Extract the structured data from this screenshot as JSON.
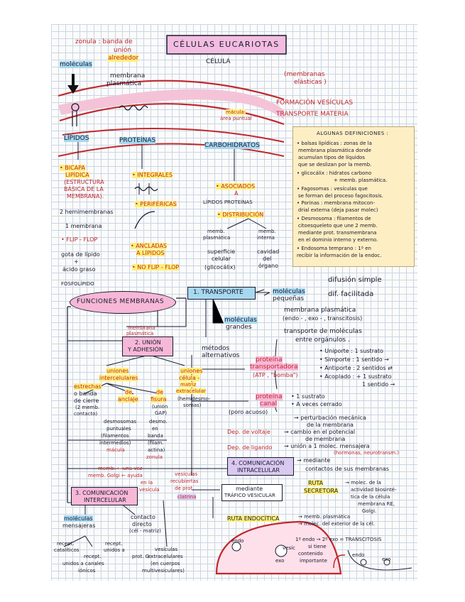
{
  "title": "CÉLULAS EUCARIOTAS",
  "top": {
    "zonula": "zonula : banda de",
    "zonula2": "unión",
    "zonula3": "alrededor",
    "celula": "CÉLULA",
    "moleculas": "moléculas",
    "membrana": "membrana",
    "plasmatica": "plasmática",
    "membranas_elasticas1": "(membranas",
    "membranas_elasticas2": "elásticas )",
    "formacion": "FORMACIÓN VESÍCULAS",
    "transporte": "TRANSPORTE MATERIA",
    "macula1": "mácula:",
    "macula2": "área puntual"
  },
  "components": {
    "lipidos": "LÍPIDOS",
    "proteinas": "PROTEÍNAS",
    "carbohidratos": "CARBOHIDRATOS",
    "bicapa": [
      "• BICAPA",
      "LIPÍDICA",
      "(ESTRUCTURA",
      "BÁSICA DE LA",
      "MEMBRANA)."
    ],
    "hemi": "2 hemimembranas",
    "una": "1 membrana",
    "flipflop": "• FLIP - FLOP",
    "gota": "gota de lípido",
    "plus": "+",
    "acido": "ácido graso",
    "fosfolipido": "FOSFOLÍPIDO",
    "integrales": "• INTEGRALES",
    "perifericas": "• PERIFÉRICAS",
    "ancladas1": "• ANCLADAS",
    "ancladas2": "A LÍPIDOS",
    "noflip": "• NO FLIP - FLOP",
    "asociados1": "• ASOCIADOS",
    "asociados2": "A",
    "lipidos_proteinas": "LÍPIDOS  PROTEÍNAS",
    "distribucion": "• DISTRIBUCIÓN",
    "memb_plasm1": "memb.",
    "memb_plasm2": "plasmática",
    "memb_int1": "memb.",
    "memb_int2": "interna",
    "superficie1": "superficie",
    "superficie2": "celular",
    "glicocalix": "(glicocálix)",
    "cavidad1": "cavidad",
    "cavidad2": "del",
    "cavidad3": "órgano"
  },
  "definiciones": {
    "title": "ALGUNAS DEFINICIONES :",
    "lines": [
      "• balsas lipídicas : zonas de la",
      "membrana plasmática donde",
      "acumulan tipos de líquidos",
      "que se deslizan por la memb.",
      "• glicocálix : hidratos carbono",
      "+ memb. plasmática.",
      "• Fagosomas : vesículas que",
      "se forman del proceso fagocitosis.",
      "• Porinas : membrana mitocon-",
      "drial externa (deja pasar molec)",
      "• Desmosoma : filamentos de",
      "citoesqueleto que une 2 memb.",
      "mediante prot. transmembrana",
      "en el dominio interno y externo.",
      "• Endosoma temprano : 1º en",
      "recibir la información de la endoc."
    ]
  },
  "funciones": {
    "funciones": "FUNCIONES MEMBRANAS",
    "transporte": "1. TRANSPORTE",
    "moleculas_peq1": "moléculas",
    "moleculas_peq2": "pequeñas",
    "difusion": "difusión simple",
    "facilitada": "dif. facilitada",
    "moleculas_gr1": "moléculas",
    "moleculas_gr2": "grandes",
    "memb_plasm": "membrana plasmática",
    "endo": "(endo - , exo - , transcitosis)",
    "transporte_mol": "transporte de moléculas",
    "entre": "entre orgánulos .",
    "metodos1": "métodos",
    "metodos2": "alternativos",
    "proteina_tr1": "proteína",
    "proteina_tr2": "transportadora",
    "atp": "(ATP , \"bomba\")",
    "uniporte": "• Uniporte : 1 sustrato",
    "simporte": "• Simporte : 1 sentido →",
    "antiporte": "• Antiporte : 2 sentidos ⇄",
    "acoplado": "• Acoplado : + 1 sustrato",
    "sentido": "1 sentido →",
    "proteina_canal1": "proteína",
    "proteina_canal2": "canal",
    "poro": "(poro acuoso)",
    "canal1": "• 1 sustrato",
    "canal2": "• A veces cerrado",
    "perturbacion1": "→ perturbación mecánica",
    "perturbacion2": "de la membrana",
    "dep_voltaje": "Dep. de voltaje",
    "cambio1": "→ cambio en el potencial",
    "cambio2": "de membrana",
    "dep_ligando": "Dep. de ligando",
    "union": "→ unión a 1 molec. mensajera",
    "hormonas": "(hormonas, neurotransm.)",
    "memb_plasm_label1": "membrana",
    "memb_plasm_label2": "plasmática",
    "union_adhesion1": "2. UNIÓN",
    "union_adhesion2": "Y ADHESIÓN",
    "uniones_inter1": "uniones",
    "uniones_inter2": "intercelulares",
    "uniones_cel1": "uniones",
    "uniones_cel2": "célula -",
    "uniones_cel3": "matriz",
    "uniones_cel4": "extracelular",
    "uniones_cel5": "(hemidesmo-",
    "uniones_cel6": "somas)",
    "estrechas1": "estrechas",
    "estrechas2": "o banda",
    "estrechas3": "de cierre",
    "estrechas4": "(2 memb.",
    "estrechas5": "contacto)",
    "anclaje1": "de",
    "anclaje2": "anclaje",
    "fisura1": "de",
    "fisura2": "fisura",
    "fisura3": "(unión",
    "fisura4": "GAP)",
    "desmosomas1": "desmosomas",
    "desmosomas2": "puntuales",
    "desmosomas3": "(filamentos",
    "desmosomas4": "intermedios)",
    "desmosomas5": "mácula",
    "desmo1": "desmo.",
    "desmo2": "en",
    "desmo3": "banda",
    "desmo4": "(filam.",
    "desmo5": "actina)",
    "desmo6": "zonula",
    "comunicacion_intra1": "4. COMUNICACIÓN",
    "comunicacion_intra2": "INTRACELULAR",
    "mediante": "→ mediante",
    "contactos": "contactos de sus membranas",
    "memb_vez1": "memb. ← una vez",
    "memb_vez2": "memb. Golgi ← ayuda",
    "memb_vez3": "en la",
    "memb_vez4": "vesícula",
    "vesiculas1": "vesículas",
    "vesiculas2": "recubiertas",
    "vesiculas3": "de prot.",
    "vesiculas4": "clatrina",
    "comunicacion_inter1": "3. COMUNICACIÓN",
    "comunicacion_inter2": "INTERCELULAR",
    "mediante_traf1": "mediante",
    "mediante_traf2": "TRÁFICO VESICULAR",
    "ruta_secretora1": "RUTA",
    "ruta_secretora2": "SECRETORA",
    "molec_act1": "→ molec. de la",
    "molec_act2": "actividad biosinté-",
    "molec_act3": "tica de la célula",
    "molec_act4": "membrana RE,",
    "molec_act5": "Golgi.",
    "ruta_endo": "RUTA ENDOCÍTICA",
    "endo_memb": "→ memb. plasmática",
    "endo_molec": "→ molec. del exterior de la cél.",
    "moleculas_mens1": "moléculas",
    "moleculas_mens2": "mensajeras",
    "contacto1": "contacto",
    "contacto2": "directo",
    "contacto3": "(cél - matriz)",
    "recept1": "recept.",
    "recept2": "catalíticos",
    "recept3": "recept.",
    "recept4": "unidos a canales",
    "recept5": "iónicos",
    "recept6": "recept.",
    "recept7": "unidos a",
    "recept8": "prot. G.",
    "vesiculas_extra1": "vesículas",
    "vesiculas_extra2": "extracelulares",
    "vesiculas_extra3": "(en cuerpos",
    "vesiculas_extra4": "multivesiculares)",
    "endo_exo1": "1º endo → 2º exo = TRANSCITOSIS",
    "endo_exo2": "si tiene",
    "endo_exo3": "contenido",
    "endo_exo4": "importante",
    "endo_exo5": "endo",
    "endo_exo6": "exo",
    "vesic": "vesíc",
    "endo_s": "endo",
    "exo_s": "exo"
  }
}
